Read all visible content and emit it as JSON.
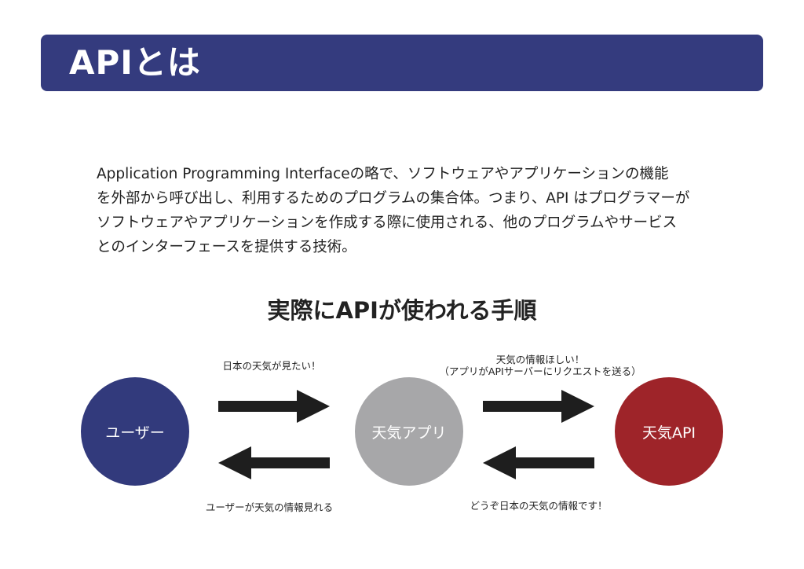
{
  "header": {
    "title": "APIとは"
  },
  "description": {
    "lines": [
      "Application Programming Interfaceの略で、ソフトウェアやアプリケーションの機能",
      "を外部から呼び出し、利用するためのプログラムの集合体。つまり、API はプログラマーが",
      "ソフトウェアやアプリケーションを作成する際に使用される、他のプログラムやサービス",
      "とのインターフェースを提供する技術。"
    ]
  },
  "diagram": {
    "title": "実際にAPIが使われる手順",
    "nodes": [
      {
        "label": "ユーザー",
        "color": "#323a7c"
      },
      {
        "label": "天気アプリ",
        "color": "#a7a7a9"
      },
      {
        "label": "天気API",
        "color": "#9e2429"
      }
    ],
    "labels": {
      "user_to_app": "日本の天気が見たい！",
      "app_to_api_line1": "天気の情報ほしい！",
      "app_to_api_line2": "（アプリがAPIサーバーにリクエストを送る）",
      "app_to_user": "ユーザーが天気の情報見れる",
      "api_to_app": "どうぞ日本の天気の情報です！"
    },
    "arrow_color": "#1e1e1e"
  }
}
